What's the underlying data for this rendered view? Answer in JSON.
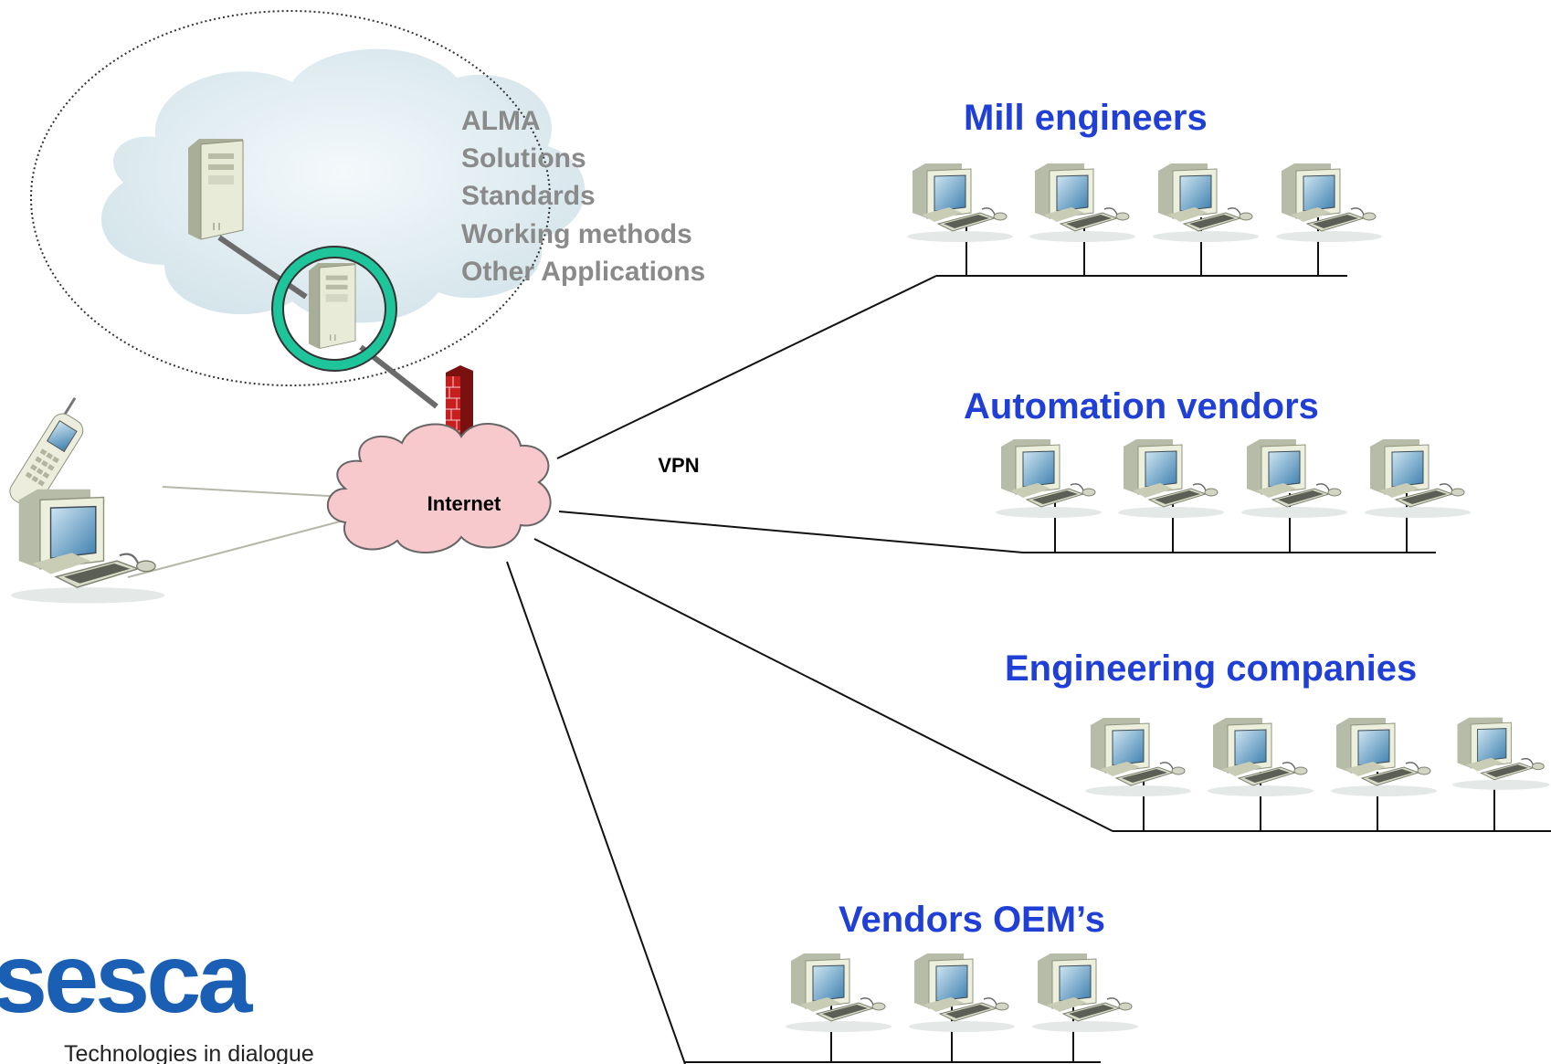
{
  "diagram": {
    "extranet_items": [
      "ALMA",
      "Solutions",
      "Standards",
      "Working methods",
      "Other Applications"
    ],
    "internet_label": "Internet",
    "vpn_label": "VPN",
    "groups": [
      {
        "label": "Mill engineers",
        "computers": 4
      },
      {
        "label": "Automation vendors",
        "computers": 4
      },
      {
        "label": "Engineering companies",
        "computers": 4
      },
      {
        "label": "Vendors OEM’s",
        "computers": 3
      }
    ]
  },
  "logo": {
    "wordmark": "sesca",
    "tagline": "Technologies in dialogue"
  },
  "colors": {
    "group_title": "#1f3fd6",
    "extranet_text": "#8a8a8a",
    "internet_cloud": "#f7c8cc",
    "company_cloud": "#dbe9ee",
    "highlight_ring": "#1ec49a",
    "firewall": "#c81e1e",
    "logo": "#1a5fb4"
  }
}
